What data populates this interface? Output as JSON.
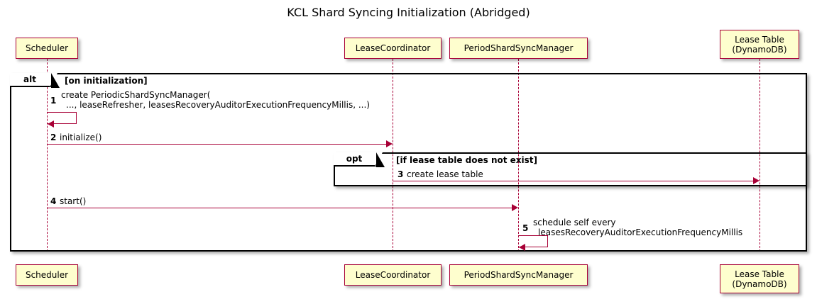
{
  "diagram": {
    "title": "KCL Shard Syncing Initialization (Abridged)",
    "type": "sequence-diagram",
    "colors": {
      "participant_fill": "#FEFECE",
      "participant_border": "#A80036",
      "arrow": "#A80036",
      "frame_border": "#000000",
      "text": "#000000",
      "background": "#FFFFFF"
    }
  },
  "participants": [
    {
      "id": "scheduler",
      "lines": [
        "Scheduler"
      ]
    },
    {
      "id": "leasecoord",
      "lines": [
        "LeaseCoordinator"
      ]
    },
    {
      "id": "periodsync",
      "lines": [
        "PeriodShardSyncManager"
      ]
    },
    {
      "id": "leasetable",
      "lines": [
        "Lease Table",
        "(DynamoDB)"
      ]
    }
  ],
  "fragments": [
    {
      "id": "alt",
      "operator": "alt",
      "guard": "[on initialization]"
    },
    {
      "id": "opt",
      "operator": "opt",
      "guard": "[if lease table does not exist]"
    }
  ],
  "messages": [
    {
      "number": "1",
      "from": "scheduler",
      "to": "scheduler",
      "self": true,
      "lines": [
        "create PeriodicShardSyncManager(",
        "..., leaseRefresher, leasesRecoveryAuditorExecutionFrequencyMillis, ...)"
      ]
    },
    {
      "number": "2",
      "from": "scheduler",
      "to": "leasecoord",
      "self": false,
      "lines": [
        "initialize()"
      ]
    },
    {
      "number": "3",
      "from": "leasecoord",
      "to": "leasetable",
      "self": false,
      "lines": [
        "create lease table"
      ]
    },
    {
      "number": "4",
      "from": "scheduler",
      "to": "periodsync",
      "self": false,
      "lines": [
        "start()"
      ]
    },
    {
      "number": "5",
      "from": "periodsync",
      "to": "periodsync",
      "self": true,
      "lines": [
        "schedule self every",
        "leasesRecoveryAuditorExecutionFrequencyMillis"
      ]
    }
  ]
}
